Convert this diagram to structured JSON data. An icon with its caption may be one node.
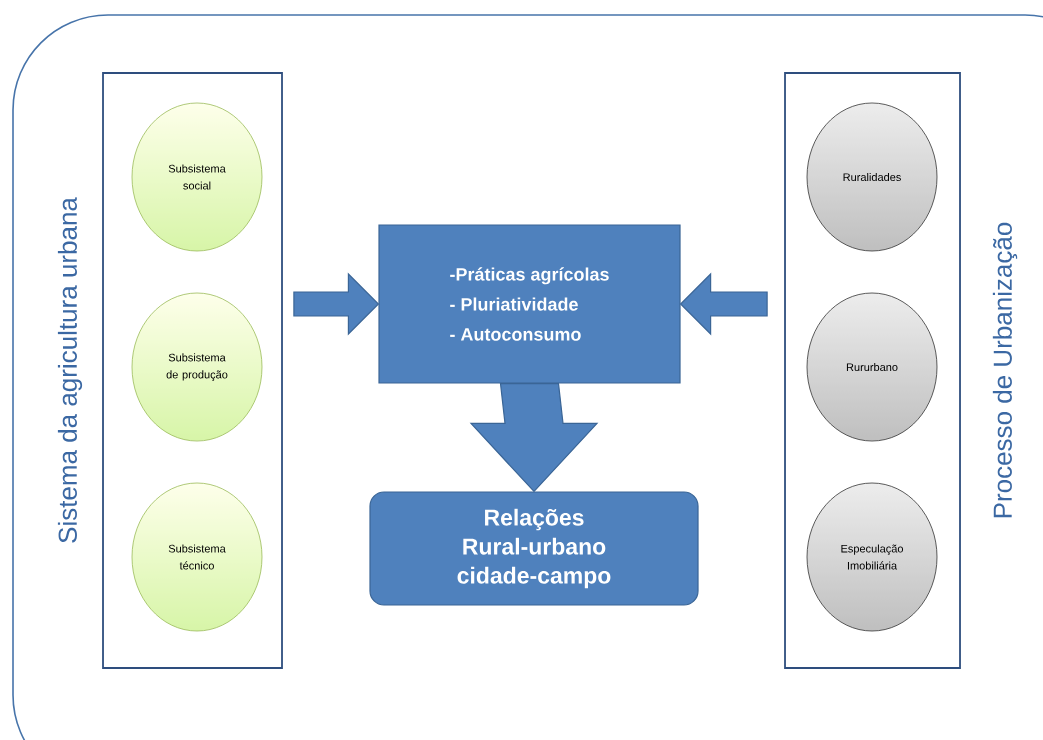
{
  "diagram": {
    "nodes": [
      {
        "text": [
          "Sistema da agricultura urbana"
        ]
      },
      {
        "text": [
          "Subsistema social"
        ],
        "in": 0
      },
      {
        "text": [
          "Subsistema de produção"
        ],
        "in": 0
      },
      {
        "text": [
          "Subsistema técnico"
        ],
        "in": 0
      },
      {
        "text": [
          "-Práticas agrícolas",
          "- Pluriatividade",
          "- Autoconsumo"
        ]
      },
      {
        "text": [
          "Relações Rural-urbano cidade-campo"
        ]
      },
      {
        "text": [
          "Processo de Urbanização"
        ]
      },
      {
        "text": [
          "Ruralidades"
        ],
        "in": 6
      },
      {
        "text": [
          "Rururbano"
        ],
        "in": 6
      },
      {
        "text": [
          "Especulação Imobiliária"
        ],
        "in": 6
      }
    ],
    "edges": [
      {
        "from": 0,
        "to": 4,
        "arrow": "to"
      },
      {
        "from": 6,
        "to": 4,
        "arrow": "to"
      },
      {
        "from": 4,
        "to": 5,
        "arrow": "to",
        "style": "thick"
      }
    ]
  }
}
